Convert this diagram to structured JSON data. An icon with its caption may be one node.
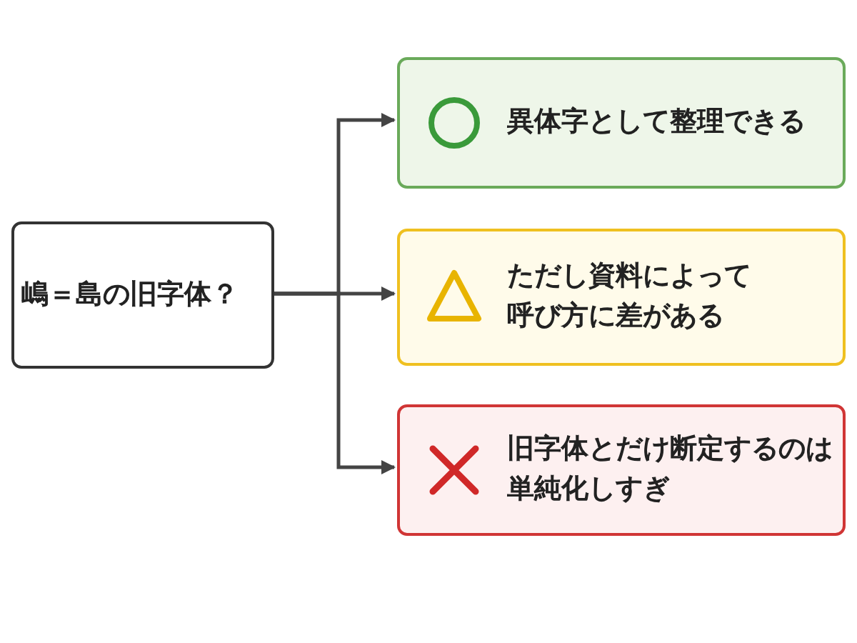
{
  "diagram": {
    "nodes": [
      {
        "text": [
          "嶋＝島の旧字体？"
        ]
      },
      {
        "text": [
          "異体字として整理できる"
        ]
      },
      {
        "text": [
          "ただし資料によって呼び方に差がある"
        ]
      },
      {
        "text": [
          "旧字体とだけ断定するのは単純化しすぎ"
        ]
      }
    ],
    "edges": [
      {
        "from": 0,
        "to": 1,
        "arrow": "to"
      },
      {
        "from": 0,
        "to": 2,
        "arrow": "to"
      },
      {
        "from": 0,
        "to": 3,
        "arrow": "to"
      }
    ]
  }
}
